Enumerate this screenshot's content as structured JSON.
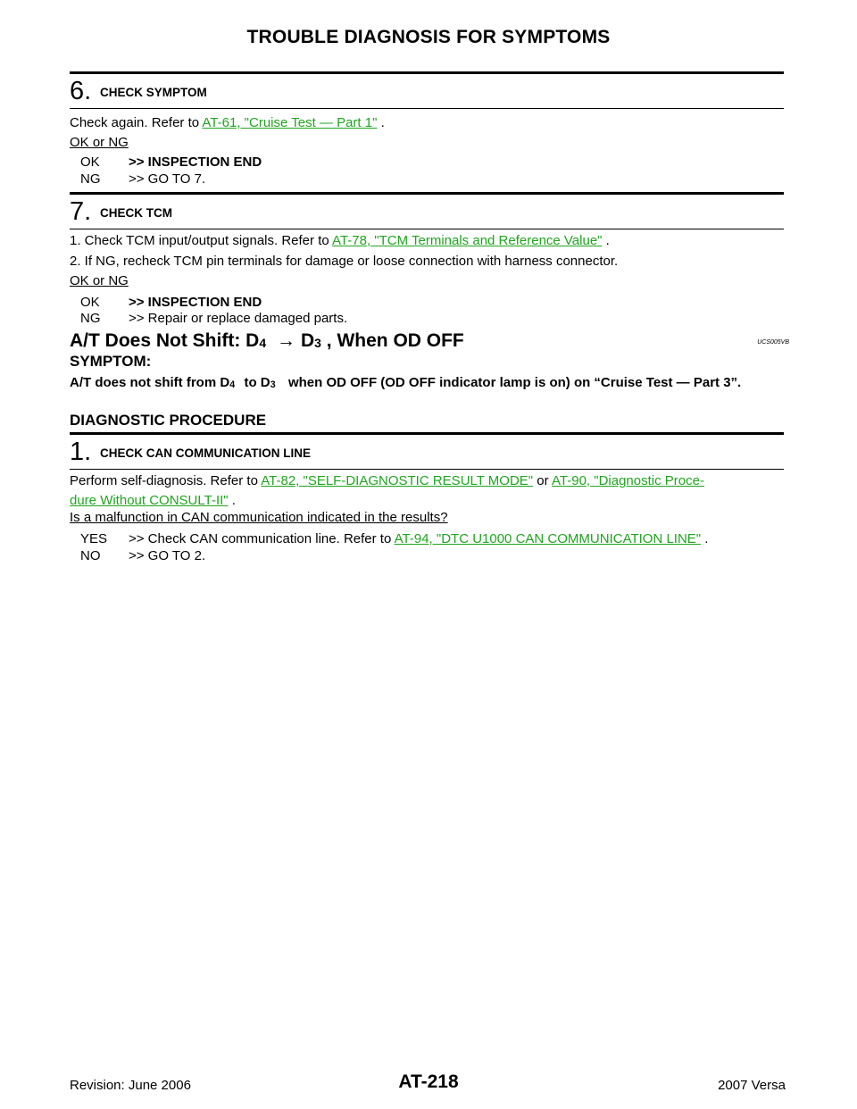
{
  "header": {
    "title": "TROUBLE DIAGNOSIS FOR SYMPTOMS"
  },
  "step6": {
    "num": "6.",
    "title": "CHECK SYMPTOM",
    "text_pre": "Check again. Refer to ",
    "link": "AT-61, \"Cruise Test — Part 1\"",
    "text_post": " .",
    "ok_ng": "OK or NG",
    "ok_key": "OK",
    "ok_val": ">> INSPECTION END",
    "ng_key": "NG",
    "ng_val": ">> GO TO 7."
  },
  "step7": {
    "num": "7.",
    "title": "CHECK TCM",
    "line1_pre": "1.   Check TCM input/output signals. Refer to ",
    "line1_link": "AT-78, \"TCM Terminals and Reference Value\"",
    "line1_post": " .",
    "line2": "2.   If NG, recheck TCM pin terminals for damage or loose connection with harness connector.",
    "ok_ng": "OK or NG",
    "ok_key": "OK",
    "ok_val": ">> INSPECTION END",
    "ng_key": "NG",
    "ng_val": ">> Repair or replace damaged parts."
  },
  "section": {
    "title_a": "A/T Does Not Shift: D",
    "sub_a": "4",
    "arrow": "→",
    "title_b": "D",
    "sub_b": "3",
    "title_c": ", When OD OFF",
    "code": "UCS005VB",
    "symptom_label": "SYMPTOM:",
    "symptom_a": "A/T does not shift from D",
    "symptom_sub_a": "4",
    "symptom_b": "to D",
    "symptom_sub_b": "3",
    "symptom_c": "when OD OFF (OD OFF indicator lamp is on) on “Cruise Test — Part 3”.",
    "diag_label": "DIAGNOSTIC PROCEDURE"
  },
  "step1": {
    "num": "1.",
    "title": "CHECK CAN COMMUNICATION LINE",
    "text_pre": "Perform self-diagnosis. Refer to ",
    "link1": "AT-82, \"SELF-DIAGNOSTIC RESULT MODE\"",
    "text_mid": "  or ",
    "link2a": "AT-90, \"Diagnostic Proce-",
    "link2b": "dure Without CONSULT-II\"",
    "text_post": " .",
    "question": "Is a malfunction in CAN communication indicated in the results?",
    "yes_key": "YES",
    "yes_pre": ">> Check CAN communication line. Refer to ",
    "yes_link": "AT-94, \"DTC U1000 CAN COMMUNICATION LINE\"",
    "yes_post": " .",
    "no_key": "NO",
    "no_val": ">> GO TO 2."
  },
  "footer": {
    "left": "Revision: June 2006",
    "center": "AT-218",
    "right": "2007 Versa"
  }
}
